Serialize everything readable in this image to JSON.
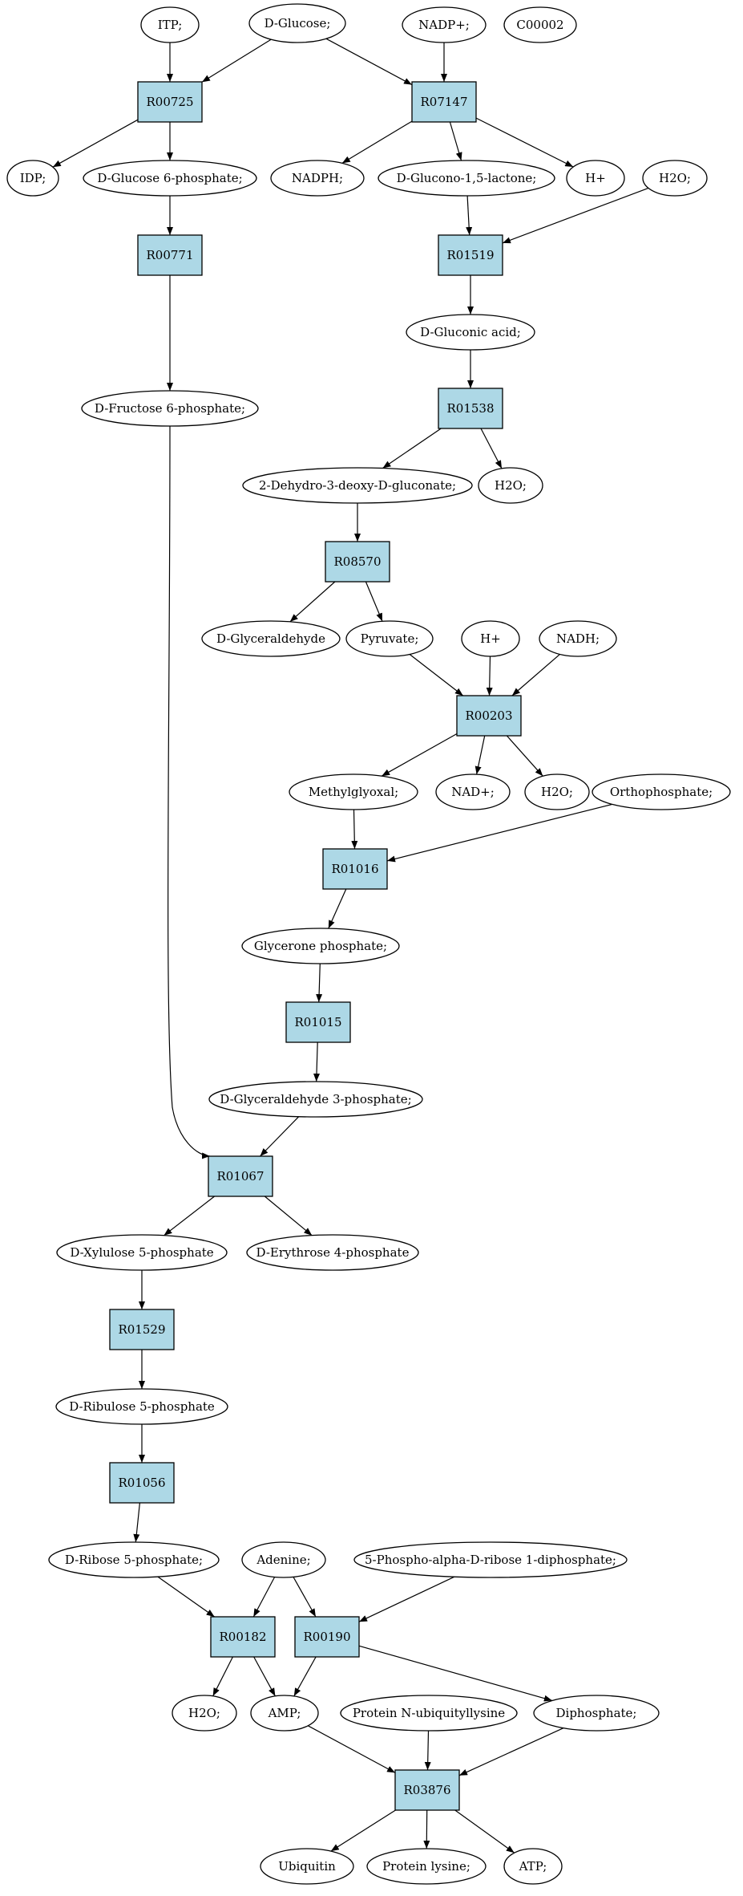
{
  "colors": {
    "reaction": "#add8e6",
    "compound": "#ffffff",
    "start_highlight": "#00ee00",
    "secondary_highlight": "#ffff00"
  },
  "nodes": [
    {
      "id": "itp",
      "label": "ITP;",
      "kind": "compound"
    },
    {
      "id": "dglucose",
      "label": "D-Glucose;",
      "kind": "compound",
      "highlight": "start"
    },
    {
      "id": "nadp",
      "label": "NADP+;",
      "kind": "compound"
    },
    {
      "id": "c00002",
      "label": "C00002",
      "kind": "compound",
      "highlight": "secondary"
    },
    {
      "id": "r00725",
      "label": "R00725",
      "kind": "reaction"
    },
    {
      "id": "r07147",
      "label": "R07147",
      "kind": "reaction"
    },
    {
      "id": "idp",
      "label": "IDP;",
      "kind": "compound"
    },
    {
      "id": "g6p",
      "label": "D-Glucose 6-phosphate;",
      "kind": "compound"
    },
    {
      "id": "nadph",
      "label": "NADPH;",
      "kind": "compound"
    },
    {
      "id": "glucono",
      "label": "D-Glucono-1,5-lactone;",
      "kind": "compound"
    },
    {
      "id": "hplus1",
      "label": "H+",
      "kind": "compound"
    },
    {
      "id": "h2o_a",
      "label": "H2O;",
      "kind": "compound"
    },
    {
      "id": "r00771",
      "label": "R00771",
      "kind": "reaction"
    },
    {
      "id": "r01519",
      "label": "R01519",
      "kind": "reaction"
    },
    {
      "id": "gluconic",
      "label": "D-Gluconic acid;",
      "kind": "compound"
    },
    {
      "id": "f6p",
      "label": "D-Fructose 6-phosphate;",
      "kind": "compound"
    },
    {
      "id": "r01538",
      "label": "R01538",
      "kind": "reaction"
    },
    {
      "id": "kdg",
      "label": "2-Dehydro-3-deoxy-D-gluconate;",
      "kind": "compound"
    },
    {
      "id": "h2o_b",
      "label": "H2O;",
      "kind": "compound"
    },
    {
      "id": "r08570",
      "label": "R08570",
      "kind": "reaction"
    },
    {
      "id": "glyceraldehyde",
      "label": "D-Glyceraldehyde",
      "kind": "compound"
    },
    {
      "id": "pyruvate",
      "label": "Pyruvate;",
      "kind": "compound"
    },
    {
      "id": "hplus2",
      "label": "H+",
      "kind": "compound"
    },
    {
      "id": "nadh",
      "label": "NADH;",
      "kind": "compound"
    },
    {
      "id": "r00203",
      "label": "R00203",
      "kind": "reaction"
    },
    {
      "id": "methylglyoxal",
      "label": "Methylglyoxal;",
      "kind": "compound"
    },
    {
      "id": "nad",
      "label": "NAD+;",
      "kind": "compound"
    },
    {
      "id": "h2o_c",
      "label": "H2O;",
      "kind": "compound"
    },
    {
      "id": "orthophosphate",
      "label": "Orthophosphate;",
      "kind": "compound"
    },
    {
      "id": "r01016",
      "label": "R01016",
      "kind": "reaction"
    },
    {
      "id": "glycerone",
      "label": "Glycerone phosphate;",
      "kind": "compound"
    },
    {
      "id": "r01015",
      "label": "R01015",
      "kind": "reaction"
    },
    {
      "id": "ga3p",
      "label": "D-Glyceraldehyde 3-phosphate;",
      "kind": "compound"
    },
    {
      "id": "r01067",
      "label": "R01067",
      "kind": "reaction"
    },
    {
      "id": "xylulose",
      "label": "D-Xylulose 5-phosphate",
      "kind": "compound"
    },
    {
      "id": "erythrose",
      "label": "D-Erythrose 4-phosphate",
      "kind": "compound"
    },
    {
      "id": "r01529",
      "label": "R01529",
      "kind": "reaction"
    },
    {
      "id": "ribulose",
      "label": "D-Ribulose 5-phosphate",
      "kind": "compound"
    },
    {
      "id": "r01056",
      "label": "R01056",
      "kind": "reaction"
    },
    {
      "id": "ribose5p",
      "label": "D-Ribose 5-phosphate;",
      "kind": "compound"
    },
    {
      "id": "adenine",
      "label": "Adenine;",
      "kind": "compound"
    },
    {
      "id": "prpp",
      "label": "5-Phospho-alpha-D-ribose 1-diphosphate;",
      "kind": "compound"
    },
    {
      "id": "r00182",
      "label": "R00182",
      "kind": "reaction"
    },
    {
      "id": "r00190",
      "label": "R00190",
      "kind": "reaction"
    },
    {
      "id": "h2o_d",
      "label": "H2O;",
      "kind": "compound"
    },
    {
      "id": "amp",
      "label": "AMP;",
      "kind": "compound"
    },
    {
      "id": "protnub",
      "label": "Protein N-ubiquityllysine",
      "kind": "compound"
    },
    {
      "id": "diphosphate",
      "label": "Diphosphate;",
      "kind": "compound"
    },
    {
      "id": "r03876",
      "label": "R03876",
      "kind": "reaction"
    },
    {
      "id": "ubiquitin",
      "label": "Ubiquitin",
      "kind": "compound"
    },
    {
      "id": "proteinlysine",
      "label": "Protein lysine;",
      "kind": "compound"
    },
    {
      "id": "atp",
      "label": "ATP;",
      "kind": "compound"
    }
  ],
  "edges": [
    {
      "from": "itp",
      "to": "r00725"
    },
    {
      "from": "dglucose",
      "to": "r00725"
    },
    {
      "from": "dglucose",
      "to": "r07147"
    },
    {
      "from": "nadp",
      "to": "r07147"
    },
    {
      "from": "r00725",
      "to": "idp"
    },
    {
      "from": "r00725",
      "to": "g6p"
    },
    {
      "from": "r07147",
      "to": "nadph"
    },
    {
      "from": "r07147",
      "to": "glucono"
    },
    {
      "from": "r07147",
      "to": "hplus1"
    },
    {
      "from": "g6p",
      "to": "r00771"
    },
    {
      "from": "glucono",
      "to": "r01519"
    },
    {
      "from": "h2o_a",
      "to": "r01519"
    },
    {
      "from": "r00771",
      "to": "f6p"
    },
    {
      "from": "r01519",
      "to": "gluconic"
    },
    {
      "from": "gluconic",
      "to": "r01538"
    },
    {
      "from": "r01538",
      "to": "kdg"
    },
    {
      "from": "r01538",
      "to": "h2o_b"
    },
    {
      "from": "kdg",
      "to": "r08570"
    },
    {
      "from": "r08570",
      "to": "glyceraldehyde"
    },
    {
      "from": "r08570",
      "to": "pyruvate"
    },
    {
      "from": "pyruvate",
      "to": "r00203"
    },
    {
      "from": "hplus2",
      "to": "r00203"
    },
    {
      "from": "nadh",
      "to": "r00203"
    },
    {
      "from": "r00203",
      "to": "methylglyoxal"
    },
    {
      "from": "r00203",
      "to": "nad"
    },
    {
      "from": "r00203",
      "to": "h2o_c"
    },
    {
      "from": "methylglyoxal",
      "to": "r01016"
    },
    {
      "from": "orthophosphate",
      "to": "r01016"
    },
    {
      "from": "r01016",
      "to": "glycerone"
    },
    {
      "from": "glycerone",
      "to": "r01015"
    },
    {
      "from": "r01015",
      "to": "ga3p"
    },
    {
      "from": "f6p",
      "to": "r01067"
    },
    {
      "from": "ga3p",
      "to": "r01067"
    },
    {
      "from": "r01067",
      "to": "xylulose"
    },
    {
      "from": "r01067",
      "to": "erythrose"
    },
    {
      "from": "xylulose",
      "to": "r01529"
    },
    {
      "from": "r01529",
      "to": "ribulose"
    },
    {
      "from": "ribulose",
      "to": "r01056"
    },
    {
      "from": "r01056",
      "to": "ribose5p"
    },
    {
      "from": "ribose5p",
      "to": "r00182"
    },
    {
      "from": "adenine",
      "to": "r00182"
    },
    {
      "from": "adenine",
      "to": "r00190"
    },
    {
      "from": "prpp",
      "to": "r00190"
    },
    {
      "from": "r00182",
      "to": "h2o_d"
    },
    {
      "from": "r00182",
      "to": "amp"
    },
    {
      "from": "r00190",
      "to": "amp"
    },
    {
      "from": "r00190",
      "to": "diphosphate"
    },
    {
      "from": "amp",
      "to": "r03876"
    },
    {
      "from": "protnub",
      "to": "r03876"
    },
    {
      "from": "diphosphate",
      "to": "r03876"
    },
    {
      "from": "r03876",
      "to": "ubiquitin"
    },
    {
      "from": "r03876",
      "to": "proteinlysine"
    },
    {
      "from": "r03876",
      "to": "atp"
    }
  ]
}
